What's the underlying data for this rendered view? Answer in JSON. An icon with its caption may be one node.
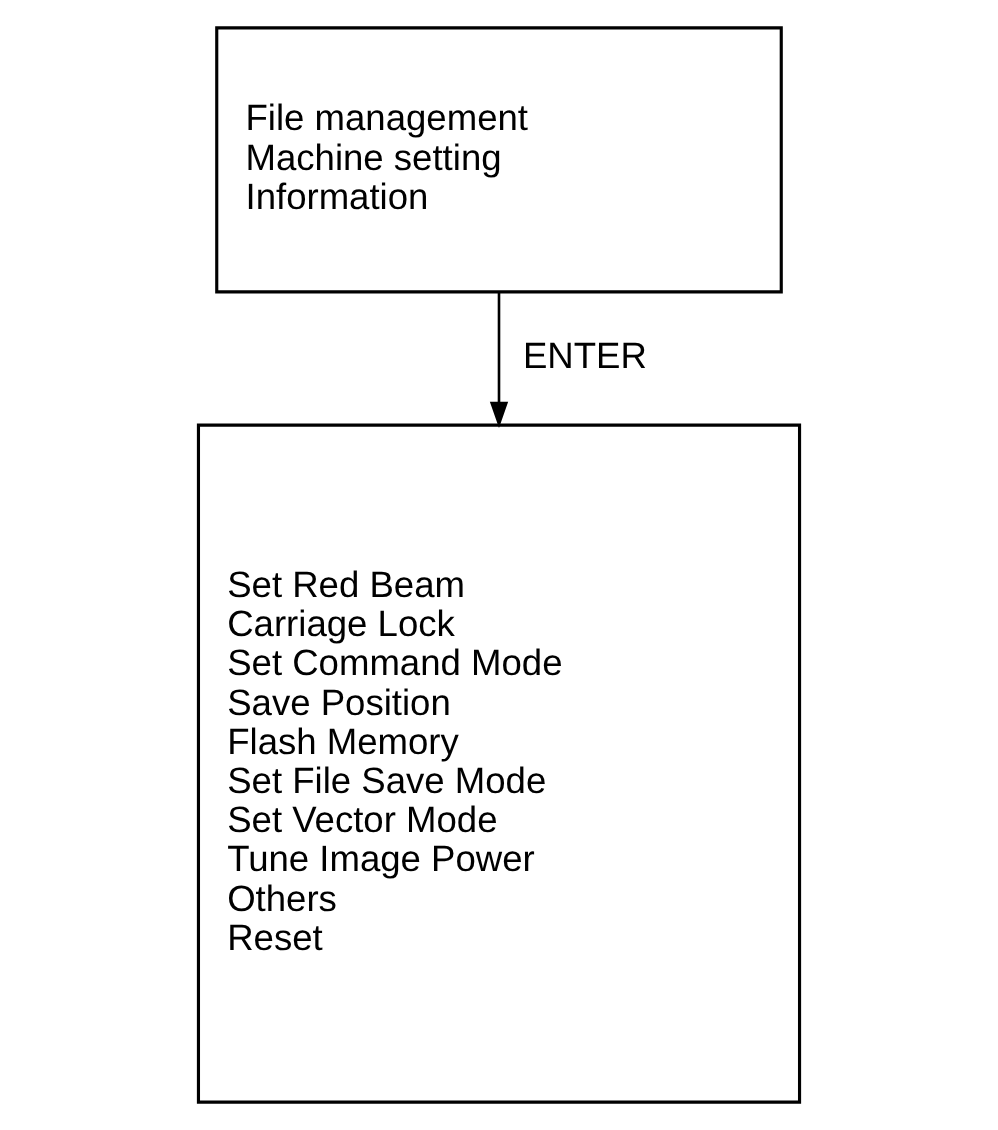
{
  "diagram": {
    "nodes": [
      {
        "text": [
          "File management",
          "Machine setting",
          "Information"
        ]
      },
      {
        "text": [
          "Set Red Beam",
          "Carriage Lock",
          "Set Command Mode",
          "Save Position",
          "Flash Memory",
          "Set File Save Mode",
          "Set Vector Mode",
          "Tune Image Power",
          "Others",
          "Reset"
        ]
      }
    ],
    "edges": [
      {
        "from": 0,
        "to": 1,
        "arrow": "to",
        "label": "ENTER"
      }
    ]
  }
}
